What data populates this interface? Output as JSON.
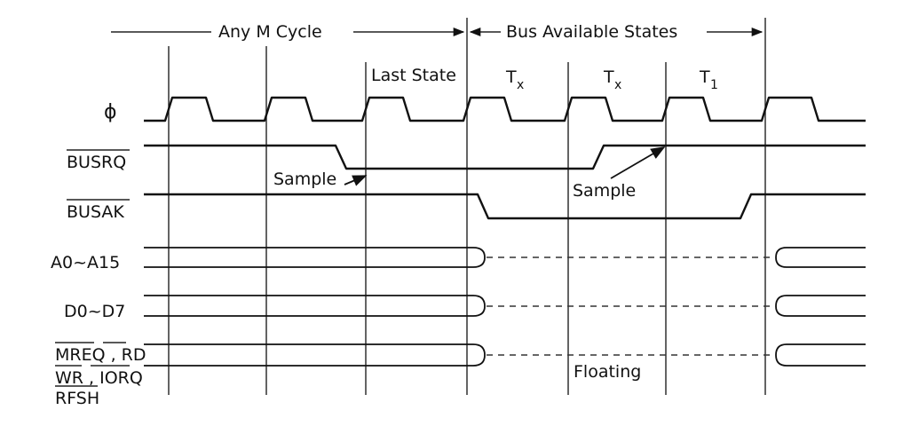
{
  "header": {
    "any_m_cycle": "Any M Cycle",
    "bus_available_states": "Bus Available States"
  },
  "states": {
    "last_state": "Last State",
    "tx_1": "T",
    "tx_1_sub": "x",
    "tx_2": "T",
    "tx_2_sub": "x",
    "t1": "T",
    "t1_sub": "1"
  },
  "signals": {
    "phi": "ϕ",
    "busrq": "BUSRQ",
    "busak": "BUSAK",
    "address": "A0~A15",
    "data": "D0~D7",
    "mreq_rd": "MREQ , RD",
    "wr_iorq": "WR , IORQ",
    "rfsh": "RFSH"
  },
  "annotations": {
    "sample_1": "Sample",
    "sample_2": "Sample",
    "floating": "Floating"
  }
}
